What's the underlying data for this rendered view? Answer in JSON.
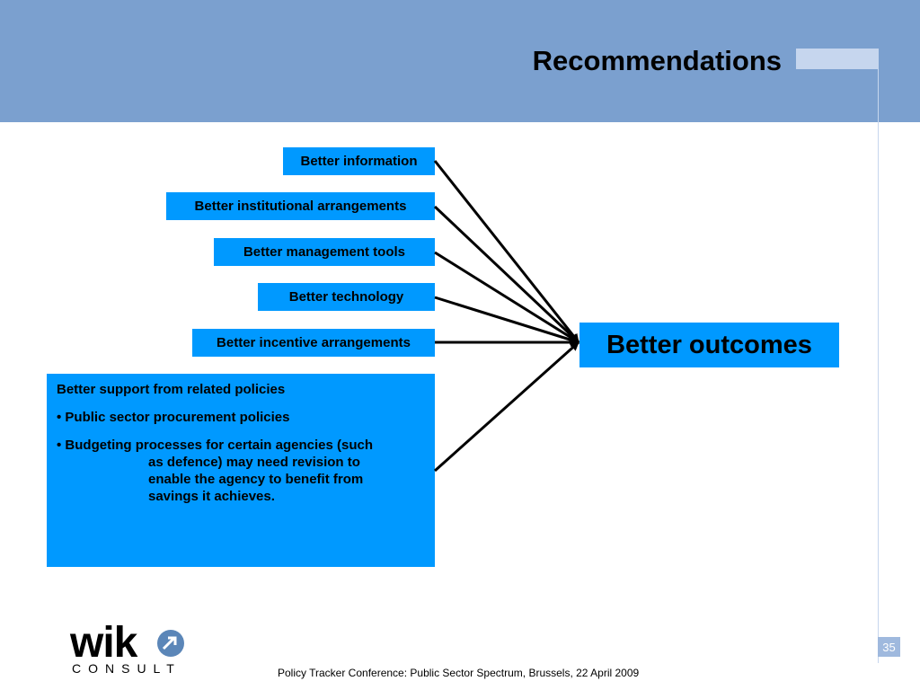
{
  "slide": {
    "title": "Recommendations",
    "page_number": "35",
    "footer": "Policy Tracker Conference: Public Sector Spectrum, Brussels, 22 April 2009"
  },
  "diagram": {
    "inputs": [
      "Better information",
      "Better institutional arrangements",
      "Better management tools",
      "Better technology",
      "Better incentive arrangements"
    ],
    "support": {
      "heading": "Better support from related policies",
      "bullet1": "• Public sector procurement policies",
      "bullet2_line1": "• Budgeting processes for certain agencies (such",
      "bullet2_line2": "as defence) may need revision to",
      "bullet2_line3": "enable the agency to benefit from",
      "bullet2_line4": "savings it achieves."
    },
    "outcome": "Better outcomes"
  },
  "logo": {
    "name": "wik",
    "subtitle": "CONSULT",
    "mark_color": "#5b86b8"
  },
  "colors": {
    "header_band": "#7ba0cf",
    "box_fill": "#0099ff",
    "page_badge": "#9fb9de"
  }
}
